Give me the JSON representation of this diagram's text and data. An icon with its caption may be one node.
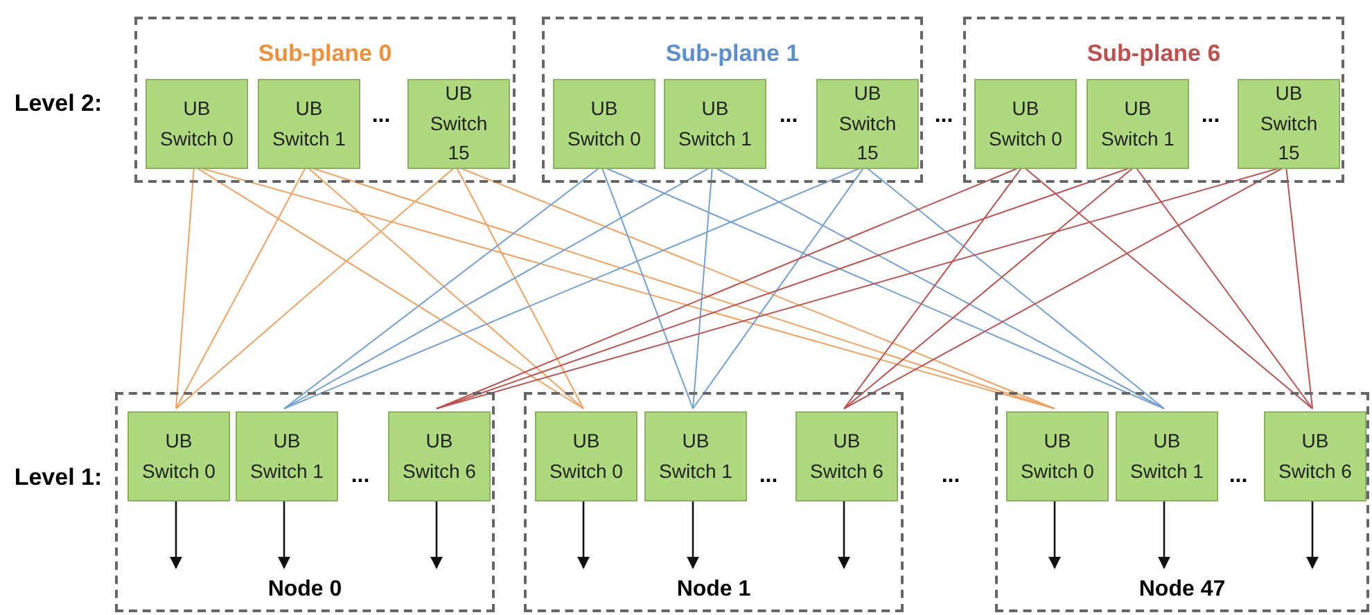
{
  "diagram": {
    "nodes": [
      {
        "text": [
          "Sub-plane 0"
        ]
      },
      {
        "text": [
          "UB Switch 0"
        ],
        "in": 0
      },
      {
        "text": [
          "UB Switch 1"
        ],
        "in": 0
      },
      {
        "text": [
          "UB Switch 15"
        ],
        "in": 0
      },
      {
        "text": [
          "Sub-plane 1"
        ]
      },
      {
        "text": [
          "UB Switch 0"
        ],
        "in": 4
      },
      {
        "text": [
          "UB Switch 1"
        ],
        "in": 4
      },
      {
        "text": [
          "UB Switch 15"
        ],
        "in": 4
      },
      {
        "text": [
          "Sub-plane 6"
        ]
      },
      {
        "text": [
          "UB Switch 0"
        ],
        "in": 8
      },
      {
        "text": [
          "UB Switch 1"
        ],
        "in": 8
      },
      {
        "text": [
          "UB Switch 15"
        ],
        "in": 8
      },
      {
        "text": [
          "Node 0"
        ]
      },
      {
        "text": [
          "UB Switch 0"
        ],
        "in": 12
      },
      {
        "text": [
          "UB Switch 1"
        ],
        "in": 12
      },
      {
        "text": [
          "UB Switch 6"
        ],
        "in": 12
      },
      {
        "text": [
          "Node 1"
        ]
      },
      {
        "text": [
          "UB Switch 0"
        ],
        "in": 16
      },
      {
        "text": [
          "UB Switch 1"
        ],
        "in": 16
      },
      {
        "text": [
          "UB Switch 6"
        ],
        "in": 16
      },
      {
        "text": [
          "Node 47"
        ]
      },
      {
        "text": [
          "UB Switch 0"
        ],
        "in": 20
      },
      {
        "text": [
          "UB Switch 1"
        ],
        "in": 20
      },
      {
        "text": [
          "UB Switch 6"
        ],
        "in": 20
      }
    ],
    "edges": [
      {
        "from": 1,
        "to": 13,
        "arrow": "none",
        "color": "#f5a05a"
      },
      {
        "from": 1,
        "to": 17,
        "arrow": "none",
        "color": "#f5a05a"
      },
      {
        "from": 1,
        "to": 21,
        "arrow": "none",
        "color": "#f5a05a"
      },
      {
        "from": 2,
        "to": 13,
        "arrow": "none",
        "color": "#f5a05a"
      },
      {
        "from": 2,
        "to": 17,
        "arrow": "none",
        "color": "#f5a05a"
      },
      {
        "from": 2,
        "to": 21,
        "arrow": "none",
        "color": "#f5a05a"
      },
      {
        "from": 3,
        "to": 13,
        "arrow": "none",
        "color": "#f5a05a"
      },
      {
        "from": 3,
        "to": 17,
        "arrow": "none",
        "color": "#f5a05a"
      },
      {
        "from": 3,
        "to": 21,
        "arrow": "none",
        "color": "#f5a05a"
      },
      {
        "from": 5,
        "to": 14,
        "arrow": "none",
        "color": "#6fa0d8"
      },
      {
        "from": 5,
        "to": 18,
        "arrow": "none",
        "color": "#6fa0d8"
      },
      {
        "from": 5,
        "to": 22,
        "arrow": "none",
        "color": "#6fa0d8"
      },
      {
        "from": 6,
        "to": 14,
        "arrow": "none",
        "color": "#6fa0d8"
      },
      {
        "from": 6,
        "to": 18,
        "arrow": "none",
        "color": "#6fa0d8"
      },
      {
        "from": 6,
        "to": 22,
        "arrow": "none",
        "color": "#6fa0d8"
      },
      {
        "from": 7,
        "to": 14,
        "arrow": "none",
        "color": "#6fa0d8"
      },
      {
        "from": 7,
        "to": 18,
        "arrow": "none",
        "color": "#6fa0d8"
      },
      {
        "from": 7,
        "to": 22,
        "arrow": "none",
        "color": "#6fa0d8"
      },
      {
        "from": 9,
        "to": 15,
        "arrow": "none",
        "color": "#c0504d"
      },
      {
        "from": 9,
        "to": 19,
        "arrow": "none",
        "color": "#c0504d"
      },
      {
        "from": 9,
        "to": 23,
        "arrow": "none",
        "color": "#c0504d"
      },
      {
        "from": 10,
        "to": 15,
        "arrow": "none",
        "color": "#c0504d"
      },
      {
        "from": 10,
        "to": 19,
        "arrow": "none",
        "color": "#c0504d"
      },
      {
        "from": 10,
        "to": 23,
        "arrow": "none",
        "color": "#c0504d"
      },
      {
        "from": 11,
        "to": 15,
        "arrow": "none",
        "color": "#c0504d"
      },
      {
        "from": 11,
        "to": 19,
        "arrow": "none",
        "color": "#c0504d"
      },
      {
        "from": 11,
        "to": 23,
        "arrow": "none",
        "color": "#c0504d"
      },
      {
        "from": 13,
        "to": null,
        "arrow": "to",
        "color": "#111111"
      },
      {
        "from": 14,
        "to": null,
        "arrow": "to",
        "color": "#111111"
      },
      {
        "from": 15,
        "to": null,
        "arrow": "to",
        "color": "#111111"
      },
      {
        "from": 17,
        "to": null,
        "arrow": "to",
        "color": "#111111"
      },
      {
        "from": 18,
        "to": null,
        "arrow": "to",
        "color": "#111111"
      },
      {
        "from": 19,
        "to": null,
        "arrow": "to",
        "color": "#111111"
      },
      {
        "from": 21,
        "to": null,
        "arrow": "to",
        "color": "#111111"
      },
      {
        "from": 22,
        "to": null,
        "arrow": "to",
        "color": "#111111"
      },
      {
        "from": 23,
        "to": null,
        "arrow": "to",
        "color": "#111111"
      }
    ],
    "labels": [
      "Level 2:",
      "...",
      "...",
      "...",
      "...",
      "Level 1:",
      "...",
      "...",
      "...",
      "..."
    ]
  }
}
